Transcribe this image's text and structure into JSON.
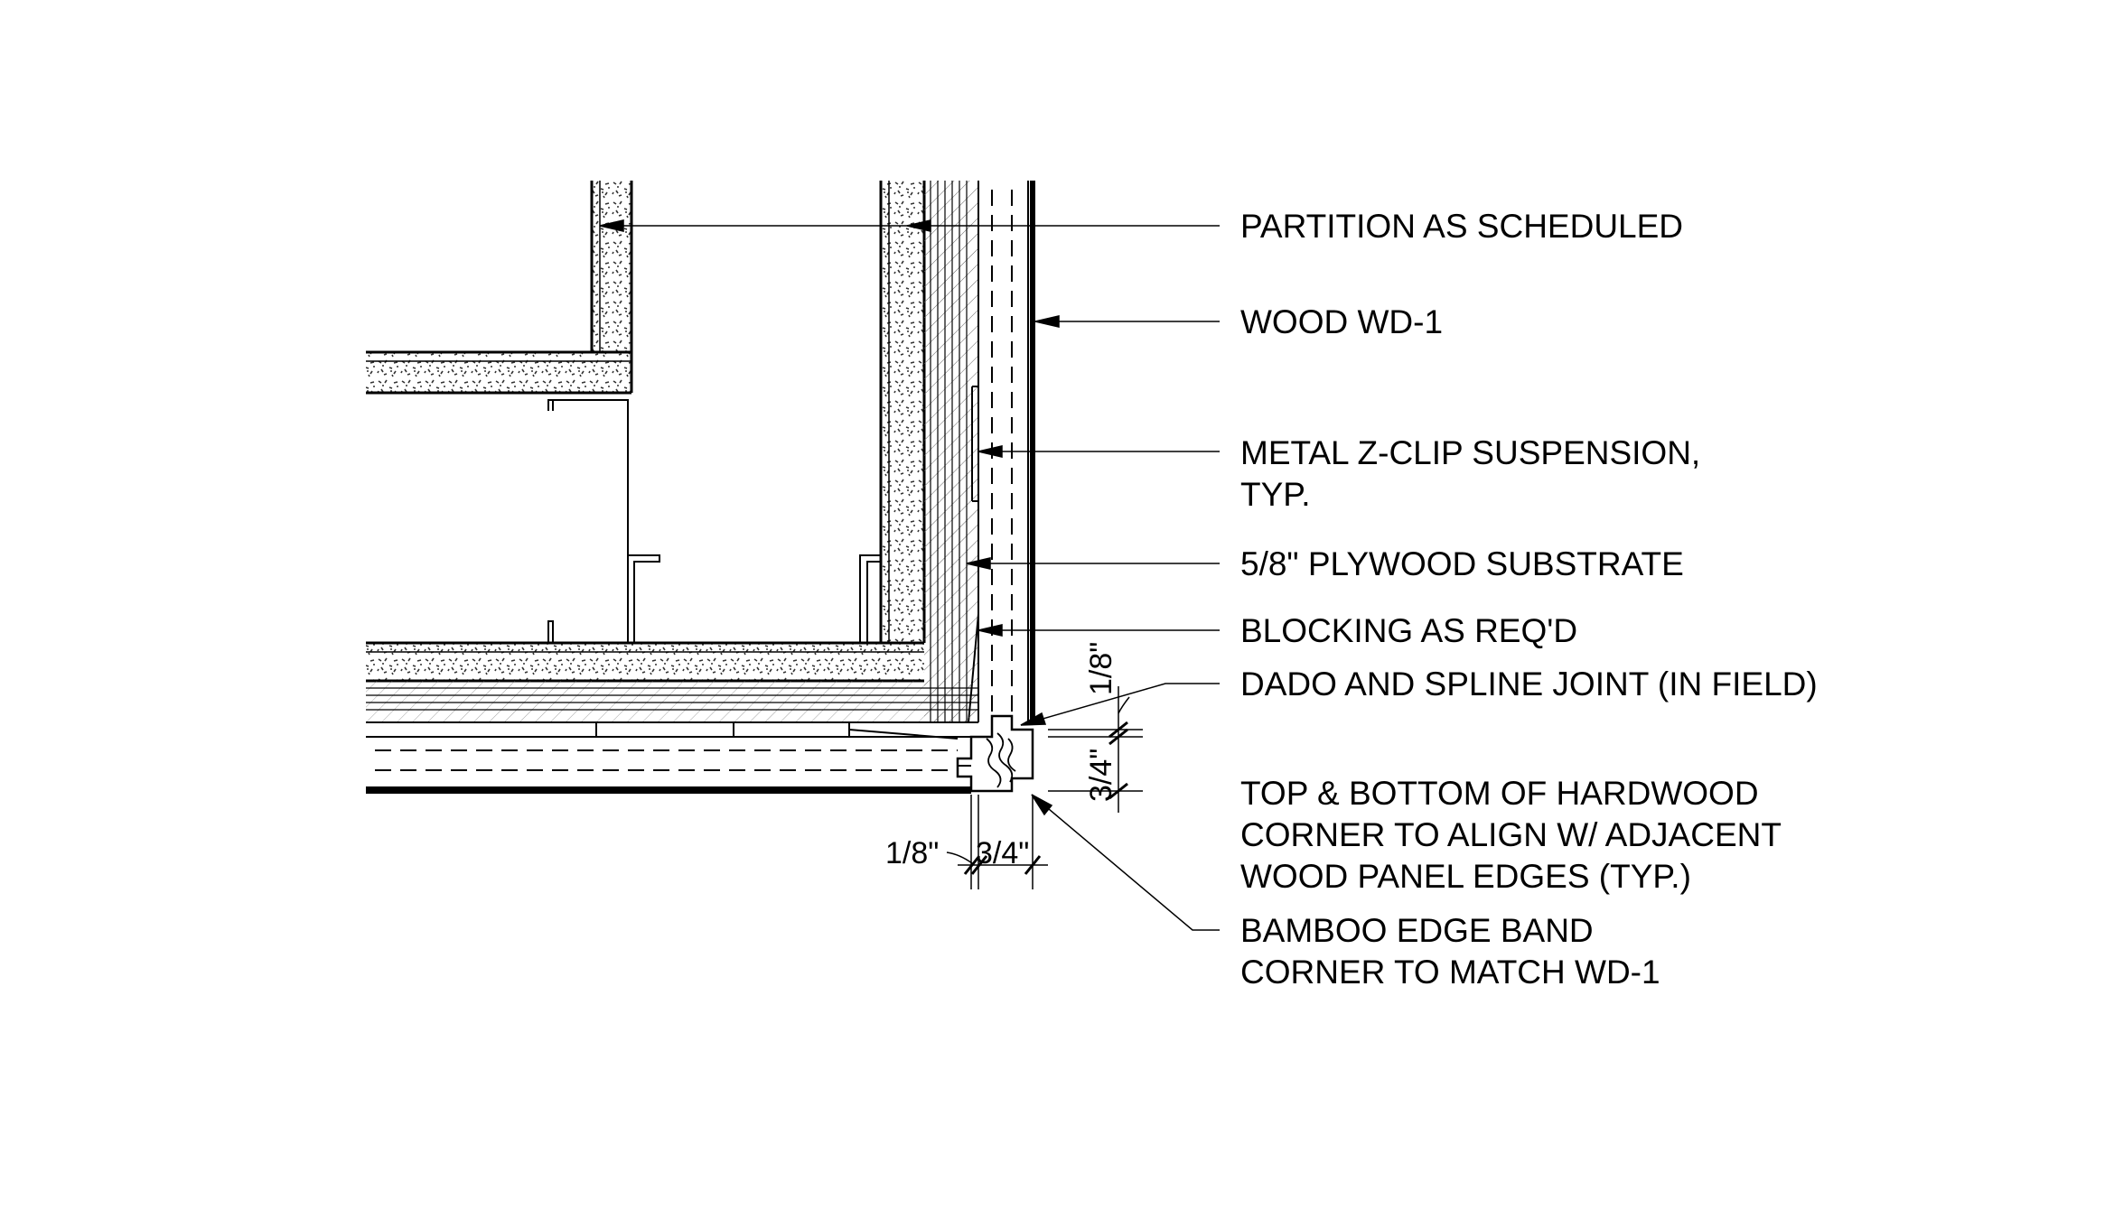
{
  "title": "",
  "labels": {
    "partition": "PARTITION AS SCHEDULED",
    "wood": "WOOD WD-1",
    "zclip_1": "METAL Z-CLIP SUSPENSION,",
    "zclip_2": "TYP.",
    "plywood": "5/8\" PLYWOOD SUBSTRATE",
    "blocking": "BLOCKING AS REQ'D",
    "dado": "DADO AND SPLINE JOINT (IN FIELD)",
    "top_bottom_1": "TOP & BOTTOM OF HARDWOOD",
    "top_bottom_2": "CORNER TO ALIGN W/ ADJACENT",
    "top_bottom_3": "WOOD PANEL EDGES (TYP.)",
    "bamboo_1": "BAMBOO EDGE BAND",
    "bamboo_2": "CORNER TO MATCH WD-1"
  },
  "dimensions": {
    "vertical_top": "1/8\"",
    "vertical_bottom": "3/4\"",
    "horizontal_left": "1/8\"",
    "horizontal_right": "3/4\""
  }
}
